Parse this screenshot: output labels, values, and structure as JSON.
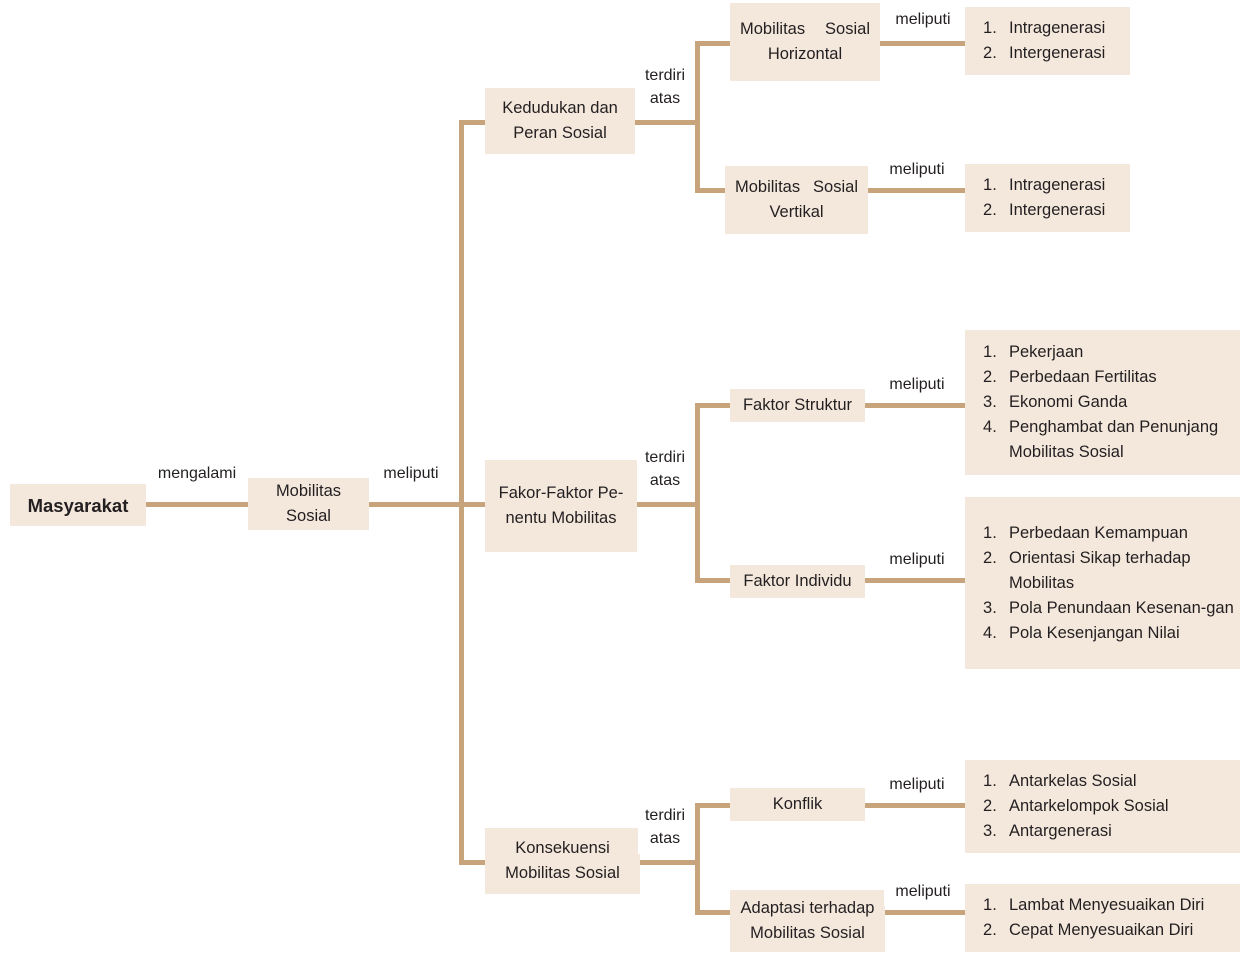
{
  "diagram": {
    "title": "Mobilitas Sosial concept map",
    "colors": {
      "node_fill": "#f4e8dd",
      "connector": "#c8a47c",
      "text": "#231f20",
      "background": "#ffffff"
    },
    "root": {
      "label": "Masyarakat"
    },
    "level1": {
      "label_line1": "Mobilitas",
      "label_line2": "Sosial"
    },
    "edge_labels": {
      "mengalami": "mengalami",
      "meliputi": "meliputi",
      "terdiri": "terdiri",
      "atas": "atas"
    },
    "branches": [
      {
        "name": "kedudukan-peran-sosial",
        "label_line1": "Kedudukan dan",
        "label_line2": "Peran Sosial",
        "connector_label_line1": "terdiri",
        "connector_label_line2": "atas",
        "children": [
          {
            "name": "mobilitas-sosial-horizontal",
            "label_line1": "Mobilitas Sosial",
            "label_line2": "Horizontal",
            "connector_label": "meliputi",
            "items": [
              "Intragenerasi",
              "Intergenerasi"
            ]
          },
          {
            "name": "mobilitas-sosial-vertikal",
            "label_line1": "Mobilitas Sosial",
            "label_line2": "Vertikal",
            "connector_label": "meliputi",
            "items": [
              "Intragenerasi",
              "Intergenerasi"
            ]
          }
        ]
      },
      {
        "name": "faktor-penentu-mobilitas",
        "label_line1": "Fakor-Faktor Pe-",
        "label_line2": "nentu Mobilitas",
        "connector_label_line1": "terdiri",
        "connector_label_line2": "atas",
        "children": [
          {
            "name": "faktor-struktur",
            "label_line1": "Faktor Struktur",
            "label_line2": "",
            "connector_label": "meliputi",
            "items": [
              "Pekerjaan",
              "Perbedaan Fertilitas",
              "Ekonomi Ganda",
              "Penghambat dan Penunjang Mobilitas Sosial"
            ]
          },
          {
            "name": "faktor-individu",
            "label_line1": "Faktor Individu",
            "label_line2": "",
            "connector_label": "meliputi",
            "items": [
              "Perbedaan Kemampuan",
              "Orientasi Sikap terhadap Mobilitas",
              "Pola Penundaan Kesenan-gan",
              "Pola Kesenjangan Nilai"
            ]
          }
        ]
      },
      {
        "name": "konsekuensi-mobilitas-sosial",
        "label_line1": "Konsekuensi",
        "label_line2": "Mobilitas Sosial",
        "connector_label_line1": "terdiri",
        "connector_label_line2": "atas",
        "children": [
          {
            "name": "konflik",
            "label_line1": "Konflik",
            "label_line2": "",
            "connector_label": "meliputi",
            "items": [
              "Antarkelas Sosial",
              "Antarkelompok Sosial",
              "Antargenerasi"
            ]
          },
          {
            "name": "adaptasi-terhadap-mobilitas-sosial",
            "label_line1": "Adaptasi terhadap",
            "label_line2": "Mobilitas Sosial",
            "connector_label": "meliputi",
            "items": [
              "Lambat Menyesuaikan Diri",
              "Cepat Menyesuaikan Diri"
            ]
          }
        ]
      }
    ]
  }
}
